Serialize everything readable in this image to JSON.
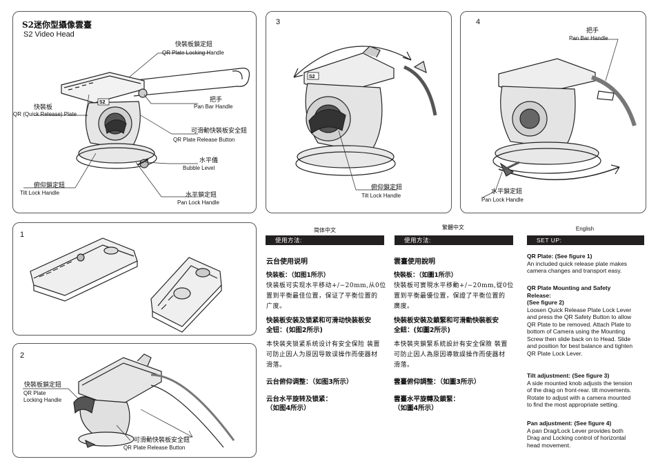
{
  "fig_main": {
    "title_cn": "S2迷你型攝像雲臺",
    "title_en": "S2 Video Head",
    "labels": {
      "qr_lock_cn": "快裝板鎖定鈕",
      "qr_lock_en": "QR Plate Locking Handle",
      "qr_plate_cn": "快裝板",
      "qr_plate_en": "QR (Quick Release) Plate",
      "pan_bar_cn": "把手",
      "pan_bar_en": "Pan Bar Handle",
      "qr_release_cn": "可滑動快裝板安全鈕",
      "qr_release_en": "QR Plate Release Button",
      "bubble_cn": "水平儀",
      "bubble_en": "Bubble Level",
      "tilt_lock_cn": "俯仰鎖定鈕",
      "tilt_lock_en": "Tilt Lock Handle",
      "pan_lock_cn": "水平鎖定鈕",
      "pan_lock_en": "Pan Lock Handle"
    },
    "head_badge": "S2"
  },
  "fig3": {
    "number": "3",
    "label_cn": "俯仰鎖定鈕",
    "label_en": "Tilt Lock Handle",
    "head_badge": "S2"
  },
  "fig4": {
    "number": "4",
    "bar_cn": "把手",
    "bar_en": "Pan Bar Handle",
    "lock_cn": "水平鎖定鈕",
    "lock_en": "Pan Lock Handle"
  },
  "fig1": {
    "number": "1"
  },
  "fig2": {
    "number": "2",
    "lock_cn": "快裝板鎖定鈕",
    "lock_en_1": "QR Plate",
    "lock_en_2": "Locking Handle",
    "release_cn": "可滑動快裝板安全鈕",
    "release_en": "QR Plate Release Button"
  },
  "col_simplified": {
    "header": "简体中文",
    "bar": "使用方法:",
    "h1": "云台使用说明",
    "h2": "快装板：（如图1所示）",
    "p1": [
      "快装板可实现水平移动+/−20mm,从0位",
      "置到平衡最佳位置，保证了平衡位置的",
      "广度。"
    ],
    "h3": [
      "快装板安装及锁紧和可滑动快装板安",
      "全钮：(如图2所示)"
    ],
    "p2": [
      "本快装夹锁紧系统设计有安全保险 装置",
      "可防止因人为原因导致误操作而使器材",
      "滑落。"
    ],
    "h4": "云台俯仰调整：（如图3所示）",
    "h5": [
      "云台水平旋转及锁紧：",
      "（如图4所示）"
    ]
  },
  "col_traditional": {
    "header": "繁體中文",
    "bar": "使用方法:",
    "h1": "雲臺使用說明",
    "h2": "快裝板：（如圖1所示）",
    "p1": [
      "快裝板可實現水平移動+/−20mm,從0位",
      "置到平衡最優位置，保證了平衡位置的",
      "廣度。"
    ],
    "h3": [
      "快裝板安裝及鎖緊和可滑動快裝板安",
      "全鈕：(如圖2所示)"
    ],
    "p2": [
      "本快裝夾鎖緊系統設計有安全保險 裝置",
      "可防止因人為原因導致誤操作而使器材",
      "滑落。"
    ],
    "h4": "雲臺俯仰調整：（如圖3所示）",
    "h5": [
      "雲臺水平旋轉及鎖緊：",
      "（如圖4所示）"
    ]
  },
  "col_english": {
    "header": "English",
    "bar": "SET UP:",
    "s1_title": "QR Plate:  (See figure 1)",
    "s1_lines": [
      "An included quick release plate makes",
      "camera changes and transport easy."
    ],
    "s2_title": [
      "QR Plate Mounting and Safety",
      "Release:",
      "(See figure 2)"
    ],
    "s2_lines": [
      "Loosen Quick Release Plate Lock Lever",
      "and press the QR Safety Button to allow",
      "QR Plate to be removed. Attach Plate to",
      "bottom of Camera using the Mounting",
      "Screw then slide back on to Head. Slide",
      "and position for best balance and tighten",
      "QR Plate Lock Lever."
    ],
    "s3_title": "Tilt adjustment:  (See figure 3)",
    "s3_lines": [
      "A side mounted knob adjusts the tension",
      "of the drag on front-rear. tilt movements.",
      "Rotate to adjust with a camera mounted",
      "to find the most appropriate setting."
    ],
    "s4_title": "Pan adjustment:  (See figure 4)",
    "s4_lines": [
      "A pan Drag/Lock Lever provides both",
      "Drag and Locking control of horizontal",
      "head movement."
    ]
  }
}
